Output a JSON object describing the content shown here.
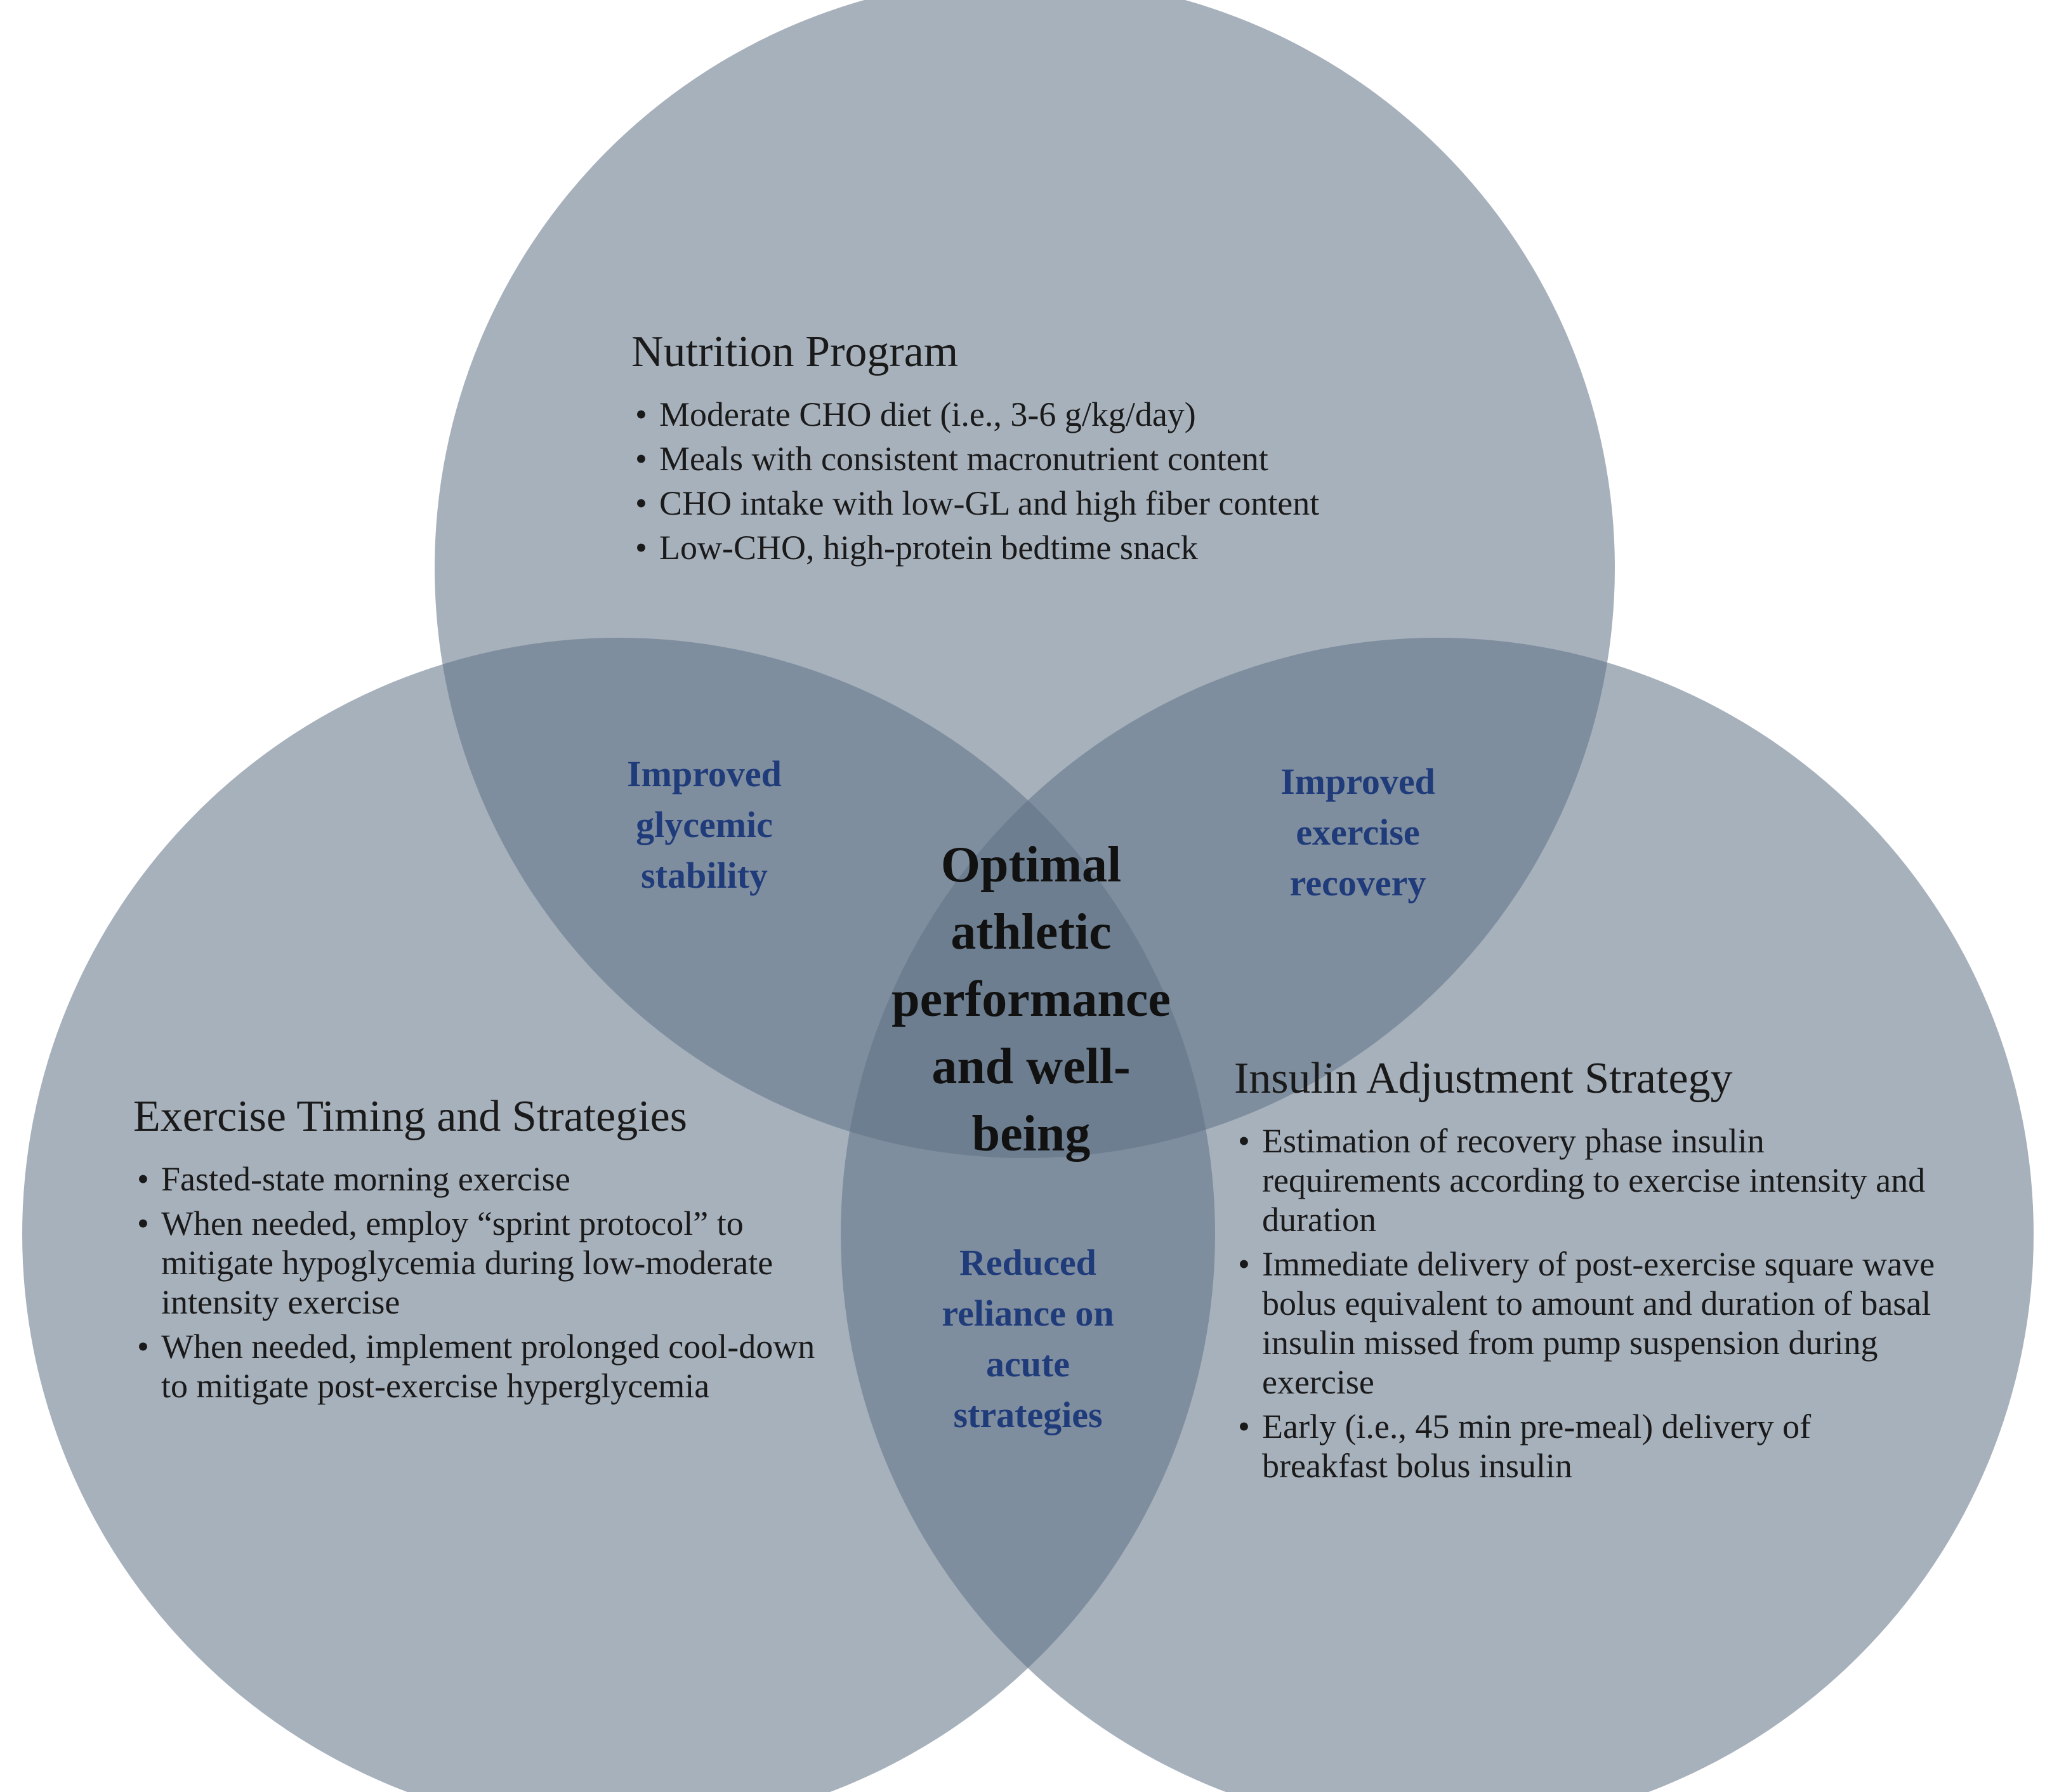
{
  "colors": {
    "circle_fill": "#5f7185",
    "overlap_text": "#1f3b7a",
    "center_text": "#111111"
  },
  "sets": {
    "nutrition": {
      "title": "Nutrition Program",
      "items": [
        "Moderate CHO diet (i.e., 3-6 g/kg/day)",
        "Meals with consistent macronutrient content",
        "CHO intake with low-GL and high fiber content",
        "Low-CHO, high-protein bedtime snack"
      ]
    },
    "exercise": {
      "title": "Exercise Timing and Strategies",
      "items": [
        "Fasted-state morning exercise",
        "When needed, employ “sprint protocol” to mitigate hypoglycemia during low-moderate intensity exercise",
        "When needed, implement prolonged cool-down to mitigate post-exercise hyperglycemia"
      ]
    },
    "insulin": {
      "title": "Insulin Adjustment Strategy",
      "items": [
        "Estimation of recovery phase insulin requirements according to exercise intensity and duration",
        "Immediate delivery of post-exercise square wave bolus equivalent to amount and duration of basal insulin missed from pump suspension during exercise",
        "Early (i.e., 45 min pre-meal) delivery of breakfast bolus insulin"
      ]
    }
  },
  "overlaps": {
    "nutrition_exercise": "Improved\nglycemic\nstability",
    "nutrition_insulin": "Improved\nexercise\nrecovery",
    "exercise_insulin": "Reduced\nreliance on\nacute\nstrategies",
    "center": "Optimal\nathletic\nperformance\nand well-\nbeing"
  }
}
